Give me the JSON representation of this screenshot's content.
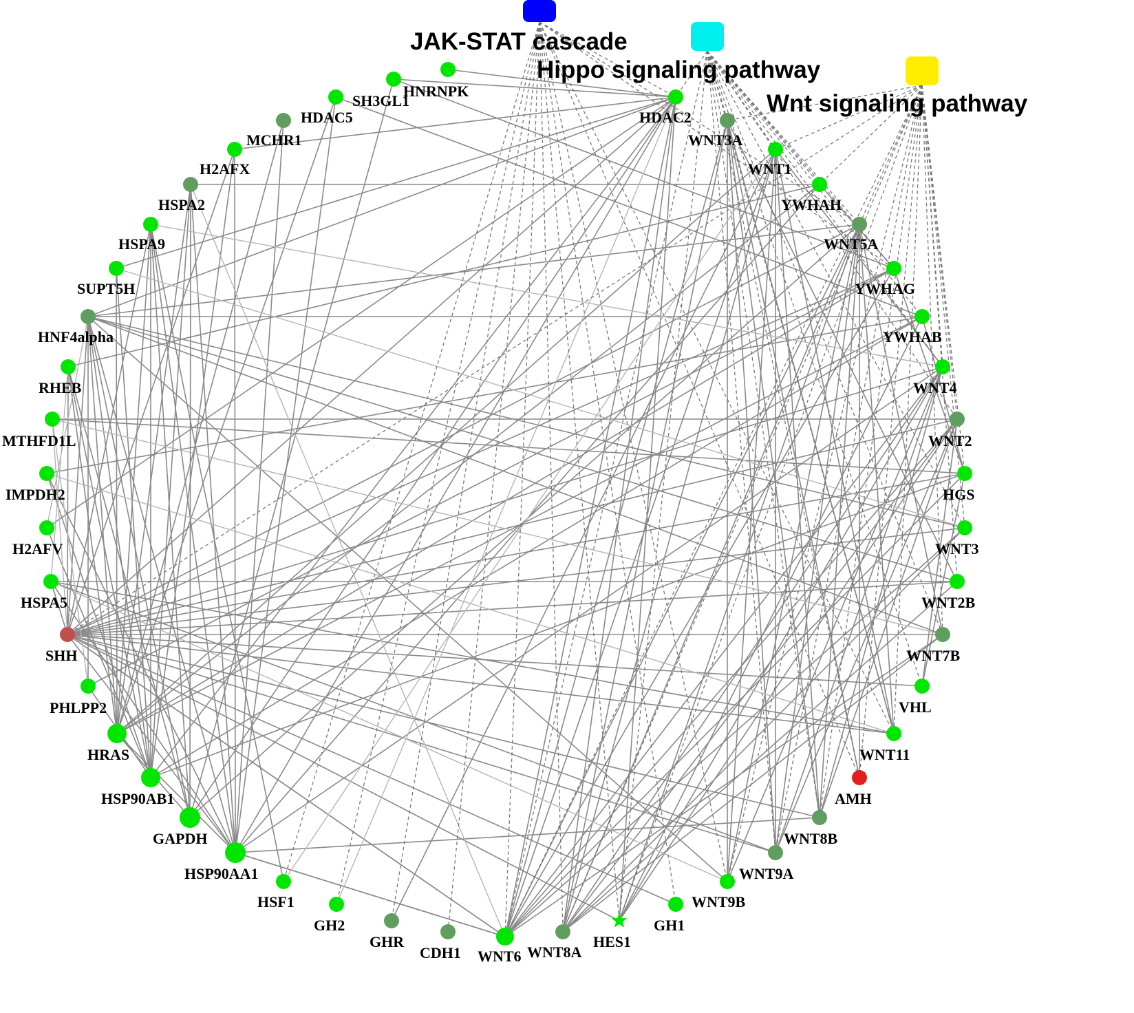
{
  "colors": {
    "bright": "#00e600",
    "dark": "#5f9e5f",
    "shh": "#c0504d",
    "amh": "#e02020",
    "edge": "#8a8a8a",
    "edge_light": "#b5b5b5",
    "dashed": "#777777"
  },
  "pathways": [
    {
      "id": "jak",
      "label": "JAK-STAT cascade",
      "color": "#0000ff"
    },
    {
      "id": "hippo",
      "label": "Hippo signaling pathway",
      "color": "#00f0f0"
    },
    {
      "id": "wnt",
      "label": "Wnt signaling pathway",
      "color": "#ffee00"
    }
  ],
  "nodes": [
    {
      "id": "HNRNPK",
      "label": "HNRNPK",
      "color": "bright"
    },
    {
      "id": "SH3GL1",
      "label": "SH3GL1",
      "color": "bright"
    },
    {
      "id": "HDAC5",
      "label": "HDAC5",
      "color": "bright"
    },
    {
      "id": "MCHR1",
      "label": "MCHR1",
      "color": "dark"
    },
    {
      "id": "H2AFX",
      "label": "H2AFX",
      "color": "bright"
    },
    {
      "id": "HSPA2",
      "label": "HSPA2",
      "color": "dark"
    },
    {
      "id": "HSPA9",
      "label": "HSPA9",
      "color": "bright"
    },
    {
      "id": "SUPT5H",
      "label": "SUPT5H",
      "color": "bright"
    },
    {
      "id": "HNF4alpha",
      "label": "HNF4alpha",
      "color": "dark"
    },
    {
      "id": "RHEB",
      "label": "RHEB",
      "color": "bright"
    },
    {
      "id": "MTHFD1L",
      "label": "MTHFD1L",
      "color": "bright"
    },
    {
      "id": "IMPDH2",
      "label": "IMPDH2",
      "color": "bright"
    },
    {
      "id": "H2AFV",
      "label": "H2AFV",
      "color": "bright"
    },
    {
      "id": "HSPA5",
      "label": "HSPA5",
      "color": "bright"
    },
    {
      "id": "SHH",
      "label": "SHH",
      "color": "shh"
    },
    {
      "id": "PHLPP2",
      "label": "PHLPP2",
      "color": "bright"
    },
    {
      "id": "HRAS",
      "label": "HRAS",
      "color": "bright"
    },
    {
      "id": "HSP90AB1",
      "label": "HSP90AB1",
      "color": "bright"
    },
    {
      "id": "GAPDH",
      "label": "GAPDH",
      "color": "bright"
    },
    {
      "id": "HSP90AA1",
      "label": "HSP90AA1",
      "color": "bright"
    },
    {
      "id": "HSF1",
      "label": "HSF1",
      "color": "bright"
    },
    {
      "id": "GH2",
      "label": "GH2",
      "color": "bright"
    },
    {
      "id": "GHR",
      "label": "GHR",
      "color": "dark"
    },
    {
      "id": "CDH1",
      "label": "CDH1",
      "color": "dark"
    },
    {
      "id": "WNT6",
      "label": "WNT6",
      "color": "bright"
    },
    {
      "id": "WNT8A",
      "label": "WNT8A",
      "color": "dark"
    },
    {
      "id": "HES1",
      "label": "HES1",
      "color": "bright"
    },
    {
      "id": "GH1",
      "label": "GH1",
      "color": "bright"
    },
    {
      "id": "WNT9B",
      "label": "WNT9B",
      "color": "bright"
    },
    {
      "id": "WNT9A",
      "label": "WNT9A",
      "color": "dark"
    },
    {
      "id": "WNT8B",
      "label": "WNT8B",
      "color": "dark"
    },
    {
      "id": "AMH",
      "label": "AMH",
      "color": "amh"
    },
    {
      "id": "WNT11",
      "label": "WNT11",
      "color": "bright"
    },
    {
      "id": "VHL",
      "label": "VHL",
      "color": "bright"
    },
    {
      "id": "WNT7B",
      "label": "WNT7B",
      "color": "dark"
    },
    {
      "id": "WNT2B",
      "label": "WNT2B",
      "color": "bright"
    },
    {
      "id": "WNT3",
      "label": "WNT3",
      "color": "bright"
    },
    {
      "id": "HGS",
      "label": "HGS",
      "color": "bright"
    },
    {
      "id": "WNT2",
      "label": "WNT2",
      "color": "dark"
    },
    {
      "id": "WNT4",
      "label": "WNT4",
      "color": "bright"
    },
    {
      "id": "YWHAB",
      "label": "YWHAB",
      "color": "bright"
    },
    {
      "id": "YWHAG",
      "label": "YWHAG",
      "color": "bright"
    },
    {
      "id": "WNT5A",
      "label": "WNT5A",
      "color": "dark"
    },
    {
      "id": "YWHAH",
      "label": "YWHAH",
      "color": "bright"
    },
    {
      "id": "WNT1",
      "label": "WNT1",
      "color": "bright"
    },
    {
      "id": "WNT3A",
      "label": "WNT3A",
      "color": "dark"
    },
    {
      "id": "HDAC2",
      "label": "HDAC2",
      "color": "bright"
    }
  ],
  "edges": [
    [
      "SHH",
      "HNF4alpha"
    ],
    [
      "SHH",
      "HSPA9"
    ],
    [
      "SHH",
      "H2AFX"
    ],
    [
      "SHH",
      "HDAC2"
    ],
    [
      "SHH",
      "WNT5A"
    ],
    [
      "SHH",
      "YWHAG"
    ],
    [
      "SHH",
      "WNT4"
    ],
    [
      "SHH",
      "WNT2"
    ],
    [
      "SHH",
      "HGS"
    ],
    [
      "SHH",
      "WNT3"
    ],
    [
      "SHH",
      "WNT2B"
    ],
    [
      "SHH",
      "WNT7B"
    ],
    [
      "SHH",
      "VHL"
    ],
    [
      "SHH",
      "WNT11"
    ],
    [
      "SHH",
      "WNT8B"
    ],
    [
      "SHH",
      "WNT9A"
    ],
    [
      "SHH",
      "WNT6"
    ],
    [
      "SHH",
      "HES1"
    ],
    [
      "SHH",
      "GH1"
    ],
    [
      "SHH",
      "HSP90AA1"
    ],
    [
      "SHH",
      "HSPA5"
    ],
    [
      "SHH",
      "RHEB"
    ],
    [
      "HRAS",
      "HNF4alpha"
    ],
    [
      "HRAS",
      "HSPA9"
    ],
    [
      "HRAS",
      "HSPA2"
    ],
    [
      "HRAS",
      "MCHR1"
    ],
    [
      "HRAS",
      "HDAC5"
    ],
    [
      "HRAS",
      "YWHAH"
    ],
    [
      "HRAS",
      "YWHAG"
    ],
    [
      "HRAS",
      "YWHAB"
    ],
    [
      "HRAS",
      "RHEB"
    ],
    [
      "HRAS",
      "SUPT5H"
    ],
    [
      "HRAS",
      "WNT1"
    ],
    [
      "HSP90AB1",
      "HSPA9"
    ],
    [
      "HSP90AB1",
      "HSPA2"
    ],
    [
      "HSP90AB1",
      "H2AFX"
    ],
    [
      "HSP90AB1",
      "HDAC2"
    ],
    [
      "HSP90AB1",
      "HNF4alpha"
    ],
    [
      "HSP90AB1",
      "SUPT5H"
    ],
    [
      "HSP90AB1",
      "YWHAB"
    ],
    [
      "HSP90AB1",
      "HGS"
    ],
    [
      "GAPDH",
      "HSPA9"
    ],
    [
      "GAPDH",
      "HSPA2"
    ],
    [
      "GAPDH",
      "SH3GL1"
    ],
    [
      "GAPDH",
      "HDAC2"
    ],
    [
      "GAPDH",
      "WNT5A"
    ],
    [
      "GAPDH",
      "HNF4alpha"
    ],
    [
      "GAPDH",
      "HRAS"
    ],
    [
      "GAPDH",
      "RHEB"
    ],
    [
      "HSP90AA1",
      "H2AFX"
    ],
    [
      "HSP90AA1",
      "HSPA2"
    ],
    [
      "HSP90AA1",
      "HSPA9"
    ],
    [
      "HSP90AA1",
      "HNF4alpha"
    ],
    [
      "HSP90AA1",
      "WNT4"
    ],
    [
      "HSP90AA1",
      "YWHAH"
    ],
    [
      "HSP90AA1",
      "HDAC2"
    ],
    [
      "HSP90AA1",
      "WNT8B"
    ],
    [
      "HSP90AA1",
      "WNT6"
    ],
    [
      "HSP90AA1",
      "HSPA5"
    ],
    [
      "HSP90AA1",
      "HRAS"
    ],
    [
      "HSP90AA1",
      "IMPDH2"
    ],
    [
      "WNT6",
      "WNT5A"
    ],
    [
      "WNT6",
      "WNT2"
    ],
    [
      "WNT6",
      "WNT4"
    ],
    [
      "WNT6",
      "WNT3"
    ],
    [
      "WNT6",
      "WNT1"
    ],
    [
      "WNT6",
      "WNT3A"
    ],
    [
      "WNT6",
      "YWHAG"
    ],
    [
      "WNT6",
      "WNT7B"
    ],
    [
      "WNT6",
      "HDAC2"
    ],
    [
      "WNT6",
      "HGS"
    ],
    [
      "WNT6",
      "SHH"
    ],
    [
      "WNT6",
      "HSP90AA1"
    ],
    [
      "WNT8A",
      "WNT5A"
    ],
    [
      "WNT8A",
      "WNT2"
    ],
    [
      "WNT8A",
      "WNT4"
    ],
    [
      "WNT8A",
      "WNT3"
    ],
    [
      "WNT8A",
      "WNT1"
    ],
    [
      "WNT8A",
      "WNT3A"
    ],
    [
      "WNT8A",
      "WNT7B"
    ],
    [
      "WNT8A",
      "WNT2B"
    ],
    [
      "WNT8A",
      "HDAC2"
    ],
    [
      "HES1",
      "HDAC2"
    ],
    [
      "HES1",
      "WNT5A"
    ],
    [
      "HES1",
      "WNT4"
    ],
    [
      "HES1",
      "WNT2"
    ],
    [
      "HES1",
      "YWHAB"
    ],
    [
      "WNT9B",
      "WNT5A"
    ],
    [
      "WNT9B",
      "WNT4"
    ],
    [
      "WNT9B",
      "WNT3A"
    ],
    [
      "WNT9B",
      "WNT1"
    ],
    [
      "WNT9B",
      "HNF4alpha"
    ],
    [
      "WNT9A",
      "WNT5A"
    ],
    [
      "WNT9A",
      "WNT2"
    ],
    [
      "WNT9A",
      "WNT3A"
    ],
    [
      "WNT9A",
      "WNT1"
    ],
    [
      "WNT9A",
      "HSPA5"
    ],
    [
      "WNT9A",
      "WNT4"
    ],
    [
      "WNT8B",
      "WNT5A"
    ],
    [
      "WNT8B",
      "WNT2"
    ],
    [
      "WNT8B",
      "WNT3A"
    ],
    [
      "WNT8B",
      "WNT1"
    ],
    [
      "WNT8B",
      "WNT4"
    ],
    [
      "WNT11",
      "WNT5A"
    ],
    [
      "WNT11",
      "WNT3A"
    ],
    [
      "WNT11",
      "WNT1"
    ],
    [
      "WNT11",
      "HSPA5"
    ],
    [
      "AMH",
      "WNT3A"
    ],
    [
      "AMH",
      "WNT5A"
    ],
    [
      "HNF4alpha",
      "HDAC2"
    ],
    [
      "HNF4alpha",
      "WNT5A"
    ],
    [
      "HNF4alpha",
      "YWHAB"
    ],
    [
      "HNF4alpha",
      "WNT2B"
    ],
    [
      "HNF4alpha",
      "WNT7B"
    ],
    [
      "HNF4alpha",
      "WNT3"
    ],
    [
      "HNRNPK",
      "HDAC2"
    ],
    [
      "SH3GL1",
      "HDAC2"
    ],
    [
      "SH3GL1",
      "YWHAG"
    ],
    [
      "HDAC5",
      "YWHAB"
    ],
    [
      "HDAC5",
      "HSP90AA1"
    ],
    [
      "MCHR1",
      "HSP90AA1"
    ],
    [
      "H2AFX",
      "HDAC2"
    ],
    [
      "HSPA2",
      "YWHAH"
    ],
    [
      "SUPT5H",
      "HDAC2"
    ],
    [
      "RHEB",
      "YWHAH"
    ],
    [
      "RHEB",
      "HSP90AB1"
    ],
    [
      "MTHFD1L",
      "WNT2"
    ],
    [
      "MTHFD1L",
      "HGS"
    ],
    [
      "IMPDH2",
      "HSP90AB1"
    ],
    [
      "IMPDH2",
      "YWHAB"
    ],
    [
      "H2AFV",
      "HDAC2"
    ],
    [
      "H2AFV",
      "HSP90AB1"
    ],
    [
      "HSPA5",
      "WNT2B"
    ],
    [
      "PHLPP2",
      "YWHAG"
    ],
    [
      "PHLPP2",
      "HSP90AB1"
    ],
    [
      "PHLPP2",
      "HNF4alpha"
    ],
    [
      "YWHAH",
      "YWHAG"
    ],
    [
      "YWHAG",
      "HGS"
    ],
    [
      "YWHAB",
      "HGS"
    ],
    [
      "WNT1",
      "WNT4"
    ],
    [
      "WNT3A",
      "WNT2B"
    ],
    [
      "WNT5A",
      "WNT7B"
    ],
    [
      "WNT2",
      "VHL"
    ],
    [
      "VHL",
      "HGS"
    ],
    [
      "GHR",
      "WNT1"
    ],
    [
      "HSF1",
      "HSPA9"
    ]
  ],
  "light_edges": [
    [
      "SHH",
      "MTHFD1L"
    ],
    [
      "HSPA5",
      "RHEB"
    ],
    [
      "PHLPP2",
      "MTHFD1L"
    ],
    [
      "HSPA9",
      "WNT4"
    ],
    [
      "SUPT5H",
      "WNT3"
    ],
    [
      "H2AFV",
      "HNF4alpha"
    ],
    [
      "MTHFD1L",
      "WNT7B"
    ],
    [
      "IMPDH2",
      "WNT11"
    ],
    [
      "HSPA5",
      "WNT9B"
    ],
    [
      "WNT6",
      "HSPA2"
    ],
    [
      "GH2",
      "HDAC2"
    ],
    [
      "HSF1",
      "WNT1"
    ]
  ],
  "pathway_edges": {
    "jak": [
      "HSF1",
      "GH2",
      "GHR",
      "CDH1",
      "WNT6",
      "HES1",
      "GH1",
      "WNT9B",
      "WNT11",
      "YWHAG",
      "WNT5A",
      "HDAC2",
      "WNT8A",
      "AMH"
    ],
    "hippo": [
      "HDAC2",
      "WNT3A",
      "WNT1",
      "YWHAH",
      "WNT5A",
      "YWHAG",
      "YWHAB",
      "WNT4",
      "WNT2",
      "WNT7B",
      "VHL",
      "WNT11",
      "WNT8B",
      "WNT9A",
      "HES1",
      "WNT6",
      "AMH",
      "WNT3"
    ],
    "wnt": [
      "WNT1",
      "WNT3A",
      "WNT5A",
      "YWHAH",
      "WNT4",
      "WNT2",
      "HGS",
      "WNT3",
      "WNT2B",
      "WNT7B",
      "WNT11",
      "WNT8B",
      "WNT9A",
      "WNT9B",
      "WNT8A",
      "WNT6",
      "HES1",
      "AMH",
      "SHH"
    ]
  }
}
